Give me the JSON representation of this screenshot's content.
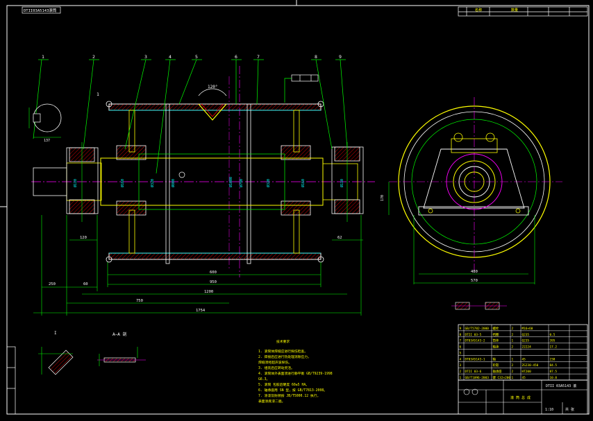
{
  "drawing": {
    "corner_tag": "DTII03A5143滚筒",
    "top_right_header": [
      "",
      "名称",
      "数量",
      "",
      ""
    ],
    "balloons": [
      "1",
      "2",
      "3",
      "4",
      "5",
      "6",
      "7",
      "8",
      "9"
    ],
    "top_dims": {
      "angle": "120°",
      "flange": "137",
      "side_tag": "1"
    },
    "dims_bottom": [
      "250",
      "60",
      "120",
      "600",
      "950",
      "1200",
      "750",
      "1754",
      "62"
    ],
    "dims_right": {
      "width": "480",
      "outer": "570",
      "height": "170"
    },
    "section_label": "A—A 剖",
    "detail_label": "I",
    "notes": {
      "title": "技术要求",
      "lines": [
        "1. 滚筒体焊缝应进行探伤检查。",
        "2. 焊接后应进行热处理消除应力，",
        "   焊缝须经超声波探伤。",
        "3. 组装后应转动灵活。",
        "4. 滚筒体外表面须进行静平衡 GB/T9239-1998",
        "   G6.3。",
        "5. 滚筒 包胶后硬度 60±5 HA。",
        "6. 轴承座用 SN 型，按 GB/T7813-2008。",
        "7. 涂漆及防锈按 JB/T5000.12 执行，",
        "   表面涂底漆二遍。"
      ]
    },
    "bom_rows": [
      [
        "9",
        "GB/T5782-2000",
        "螺栓",
        "2",
        "M16×60",
        ""
      ],
      [
        "8",
        "DTII 03-5",
        "挡圈",
        "2",
        "Q235",
        "0.5"
      ],
      [
        "7",
        "DT03A5143-2",
        "筒体",
        "1",
        "Q235",
        "395"
      ],
      [
        "6",
        "",
        "轴承",
        "2",
        "22224",
        "17.2"
      ],
      [
        "5",
        "",
        "",
        "",
        "",
        ""
      ],
      [
        "4",
        "DT03A5143-1",
        "轴",
        "1",
        "45",
        "238"
      ],
      [
        "3",
        "",
        "轮毂",
        "2",
        "ZG230-450",
        "84.5"
      ],
      [
        "2",
        "DTII 03-6",
        "轴承座",
        "2",
        "HT200",
        "87.5"
      ],
      [
        "1",
        "GB/T1096-2003",
        "键 C32×200",
        "1",
        "45",
        "10.0"
      ]
    ],
    "title_block": {
      "code": "DTII 03A5143 滚",
      "name": "滚 筒 总 成",
      "scale": "1:10",
      "sheet": "共 张"
    }
  }
}
